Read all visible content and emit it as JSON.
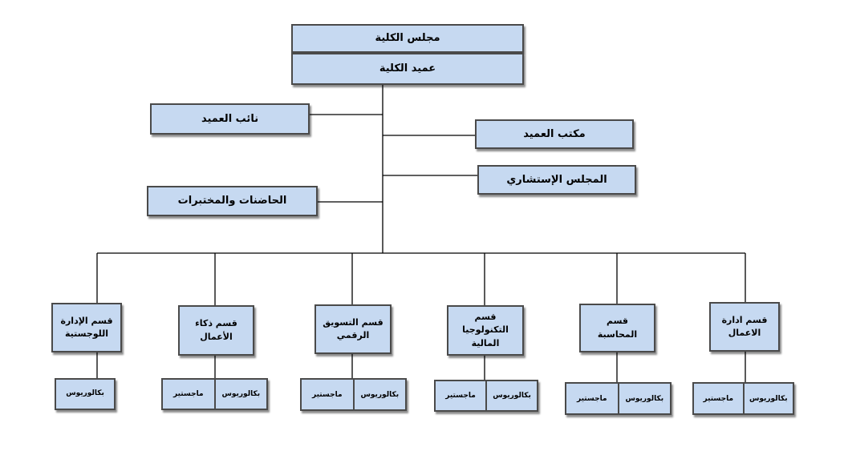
{
  "top": {
    "council": "مجلس الكلية",
    "dean": "عميد الكلية"
  },
  "units": {
    "vice_dean": "نائب العميد",
    "dean_office": "مكتب العميد",
    "advisory_council": "المجلس الإستشاري",
    "incubators_labs": "الحاضنات والمختبرات"
  },
  "departments": [
    {
      "name": "قسم ادارة الاعمال",
      "programs": [
        "بكالوريوس",
        "ماجستير"
      ]
    },
    {
      "name": "قسم المحاسبة",
      "programs": [
        "بكالوريوس",
        "ماجستير"
      ]
    },
    {
      "name": "قسم التكنولوجيا المالية",
      "programs": [
        "بكالوريوس",
        "ماجستير"
      ]
    },
    {
      "name": "قسم التسويق الرقمي",
      "programs": [
        "بكالوريوس",
        "ماجستير"
      ]
    },
    {
      "name": "قسم ذكاء الأعمال",
      "programs": [
        "بكالوريوس",
        "ماجستير"
      ]
    },
    {
      "name": "قسم الإدارة اللوجستية",
      "programs": [
        "بكالوريوس"
      ]
    }
  ],
  "colors": {
    "box_fill": "#c6d9f1",
    "box_border": "#4a4a4a",
    "line": "#000000"
  }
}
